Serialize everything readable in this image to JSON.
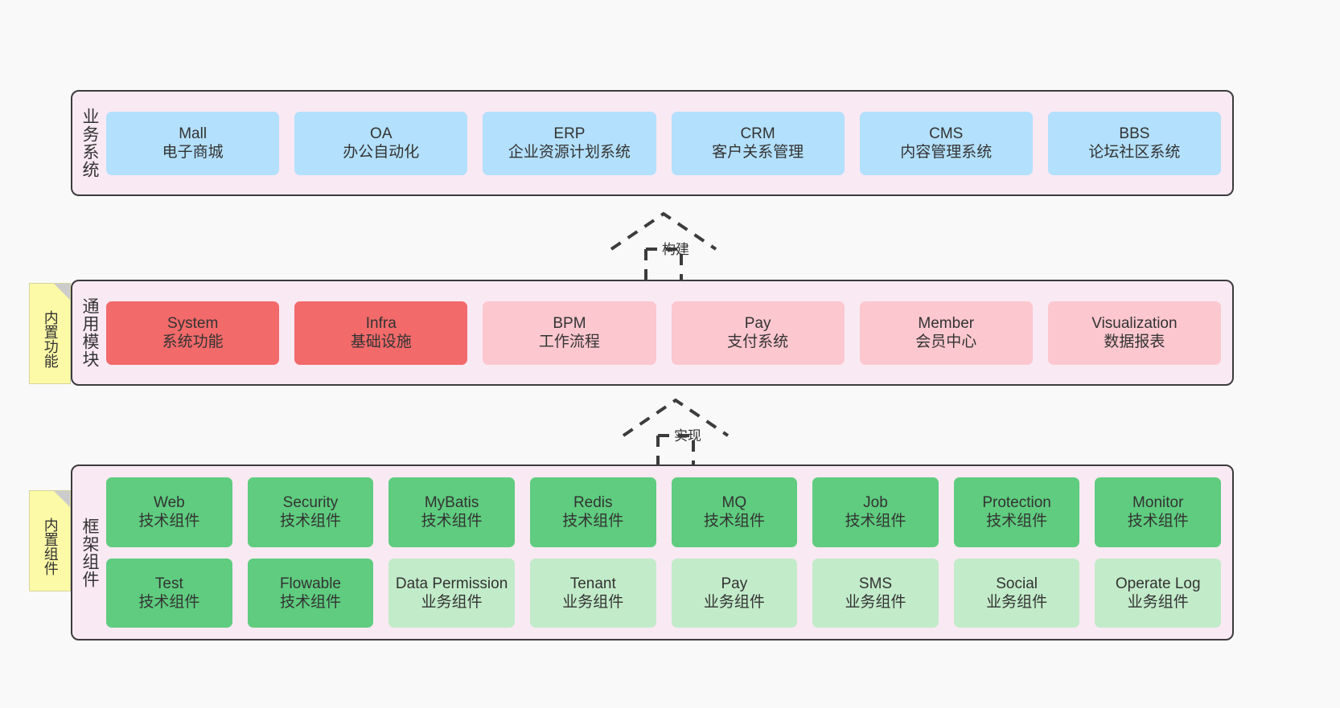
{
  "colors": {
    "canvas_bg": "#f9f9f9",
    "layer_bg": "#f9e9f3",
    "layer_border": "#3c3c3c",
    "business_card": "#b3e0fc",
    "module_core": "#f26a6a",
    "module_normal": "#fcc7cf",
    "tech_component": "#5fcc7f",
    "biz_component": "#c2ebc9",
    "note_bg": "#fcfaa6",
    "note_fold": "#cccccc",
    "text": "#333333"
  },
  "layers": [
    {
      "id": "business-systems",
      "label": "业务系统",
      "rows": [
        [
          {
            "title": "Mall",
            "subtitle": "电子商城"
          },
          {
            "title": "OA",
            "subtitle": "办公自动化"
          },
          {
            "title": "ERP",
            "subtitle": "企业资源计划系统"
          },
          {
            "title": "CRM",
            "subtitle": "客户关系管理"
          },
          {
            "title": "CMS",
            "subtitle": "内容管理系统"
          },
          {
            "title": "BBS",
            "subtitle": "论坛社区系统"
          }
        ]
      ]
    },
    {
      "id": "common-modules",
      "label": "通用模块",
      "rows": [
        [
          {
            "title": "System",
            "subtitle": "系统功能"
          },
          {
            "title": "Infra",
            "subtitle": "基础设施"
          },
          {
            "title": "BPM",
            "subtitle": "工作流程"
          },
          {
            "title": "Pay",
            "subtitle": "支付系统"
          },
          {
            "title": "Member",
            "subtitle": "会员中心"
          },
          {
            "title": "Visualization",
            "subtitle": "数据报表"
          }
        ]
      ]
    },
    {
      "id": "framework-components",
      "label": "框架组件",
      "rows": [
        [
          {
            "title": "Web",
            "subtitle": "技术组件"
          },
          {
            "title": "Security",
            "subtitle": "技术组件"
          },
          {
            "title": "MyBatis",
            "subtitle": "技术组件"
          },
          {
            "title": "Redis",
            "subtitle": "技术组件"
          },
          {
            "title": "MQ",
            "subtitle": "技术组件"
          },
          {
            "title": "Job",
            "subtitle": "技术组件"
          },
          {
            "title": "Protection",
            "subtitle": "技术组件"
          },
          {
            "title": "Monitor",
            "subtitle": "技术组件"
          }
        ],
        [
          {
            "title": "Test",
            "subtitle": "技术组件"
          },
          {
            "title": "Flowable",
            "subtitle": "技术组件"
          },
          {
            "title": "Data Permission",
            "subtitle": "业务组件"
          },
          {
            "title": "Tenant",
            "subtitle": "业务组件"
          },
          {
            "title": "Pay",
            "subtitle": "业务组件"
          },
          {
            "title": "SMS",
            "subtitle": "业务组件"
          },
          {
            "title": "Social",
            "subtitle": "业务组件"
          },
          {
            "title": "Operate Log",
            "subtitle": "业务组件"
          }
        ]
      ]
    }
  ],
  "notes": [
    {
      "id": "builtin-features",
      "text": "内置功能"
    },
    {
      "id": "builtin-components",
      "text": "内置组件"
    }
  ],
  "arrows": [
    {
      "id": "build",
      "label": "构建"
    },
    {
      "id": "implement",
      "label": "实现"
    }
  ]
}
